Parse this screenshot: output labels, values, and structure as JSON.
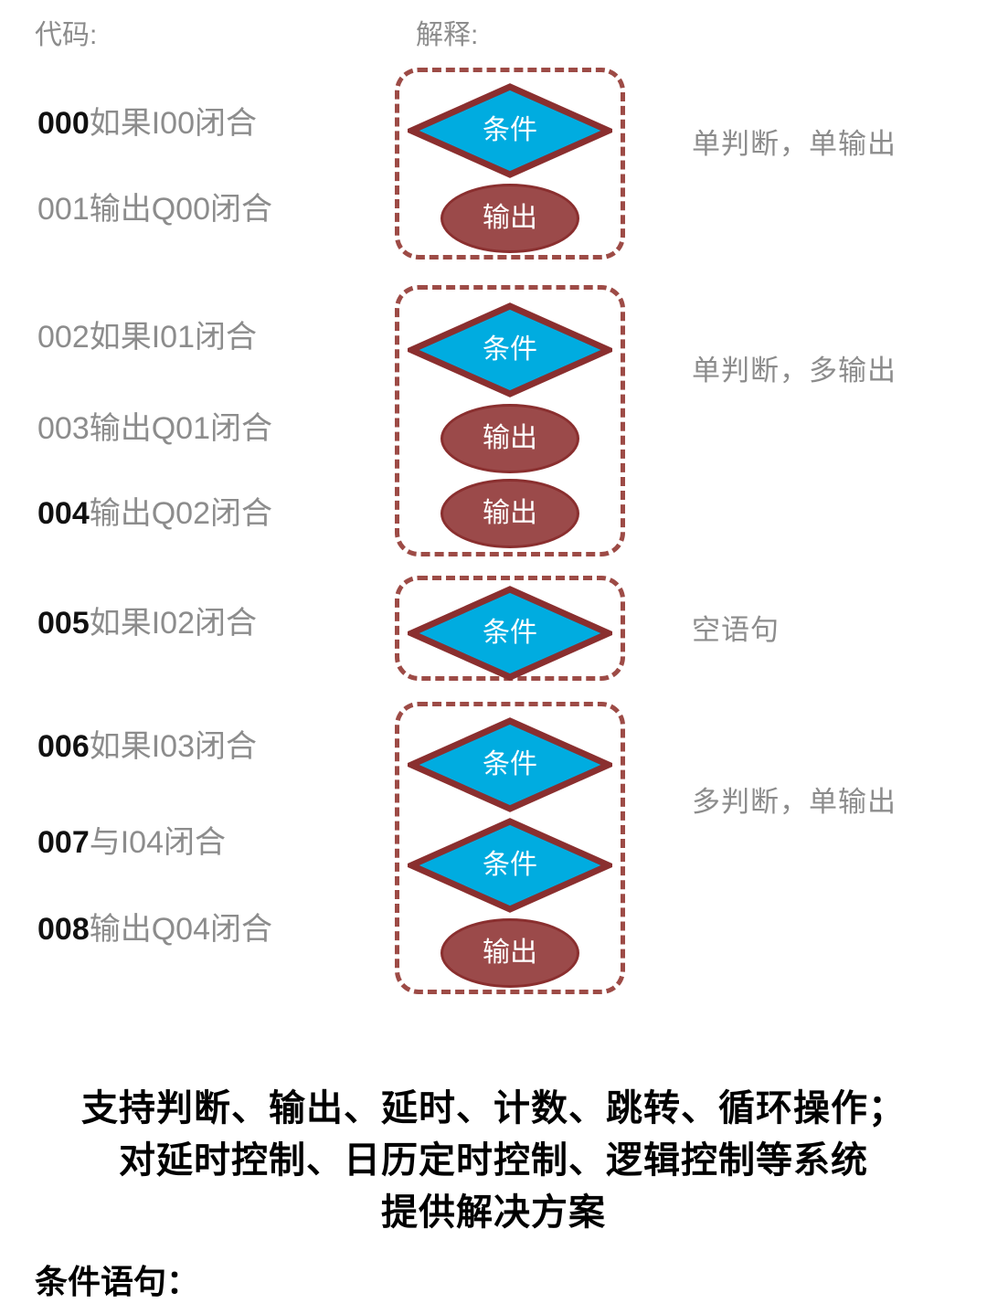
{
  "headers": {
    "code": "代码:",
    "explanation": "解释:"
  },
  "code_lines": [
    {
      "num": "000",
      "text": "如果I00闭合",
      "num_bold": true
    },
    {
      "num": "001",
      "text": "输出Q00闭合",
      "num_bold": false
    },
    {
      "num": "002",
      "text": "如果I01闭合",
      "num_bold": false
    },
    {
      "num": "003",
      "text": "输出Q01闭合",
      "num_bold": false
    },
    {
      "num": "004",
      "text": "输出Q02闭合",
      "num_bold": true
    },
    {
      "num": "005",
      "text": "如果I02闭合",
      "num_bold": true
    },
    {
      "num": "006",
      "text": "如果I03闭合",
      "num_bold": true
    },
    {
      "num": "007",
      "text": "与I04闭合",
      "num_bold": true
    },
    {
      "num": "008",
      "text": "输出Q04闭合",
      "num_bold": true
    }
  ],
  "groups": [
    {
      "name": "single-condition-single-output",
      "explanation": "单判断，单输出",
      "shapes": [
        {
          "type": "diamond",
          "label": "条件"
        },
        {
          "type": "ellipse",
          "label": "输出"
        }
      ]
    },
    {
      "name": "single-condition-multi-output",
      "explanation": "单判断，多输出",
      "shapes": [
        {
          "type": "diamond",
          "label": "条件"
        },
        {
          "type": "ellipse",
          "label": "输出"
        },
        {
          "type": "ellipse",
          "label": "输出"
        }
      ]
    },
    {
      "name": "empty-statement",
      "explanation": "空语句",
      "shapes": [
        {
          "type": "diamond",
          "label": "条件"
        }
      ]
    },
    {
      "name": "multi-condition-single-output",
      "explanation": "多判断，单输出",
      "shapes": [
        {
          "type": "diamond",
          "label": "条件"
        },
        {
          "type": "diamond",
          "label": "条件"
        },
        {
          "type": "ellipse",
          "label": "输出"
        }
      ]
    }
  ],
  "summary": {
    "line1": "支持判断、输出、延时、计数、跳转、循环操作；",
    "line2": "对延时控制、日历定时控制、逻辑控制等系统",
    "line3": "提供解决方案"
  },
  "footer": {
    "label": "条件语句："
  },
  "colors": {
    "diamond_fill": "#00ace0",
    "diamond_stroke": "#8a2f2f",
    "ellipse_fill": "#9b4a4a",
    "ellipse_stroke": "#8a2f2f",
    "group_border": "#9d4b46",
    "muted_text": "#8c8c8c",
    "strong_text": "#111111",
    "background": "#ffffff"
  },
  "layout": {
    "code_line_tops": [
      118,
      212,
      352,
      452,
      545,
      665,
      800,
      905,
      1000
    ],
    "group_tops": [
      74,
      312,
      630,
      768
    ],
    "group_heights": [
      210,
      297,
      115,
      320
    ],
    "explanation_tops": [
      142,
      390,
      674,
      862
    ]
  }
}
